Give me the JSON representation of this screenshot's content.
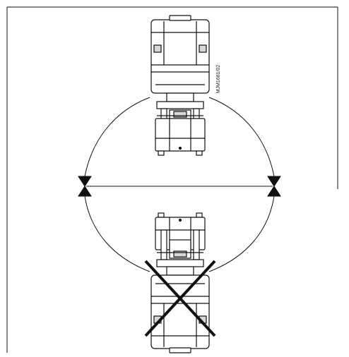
{
  "figure": {
    "drawing_code": "MJM1681/02",
    "colors": {
      "line": "#111111",
      "fill": "#ffffff",
      "shade": "#d8d8d8"
    },
    "orientations": [
      {
        "name": "motor-up",
        "allowed": true
      },
      {
        "name": "motor-down",
        "allowed": false
      }
    ]
  }
}
